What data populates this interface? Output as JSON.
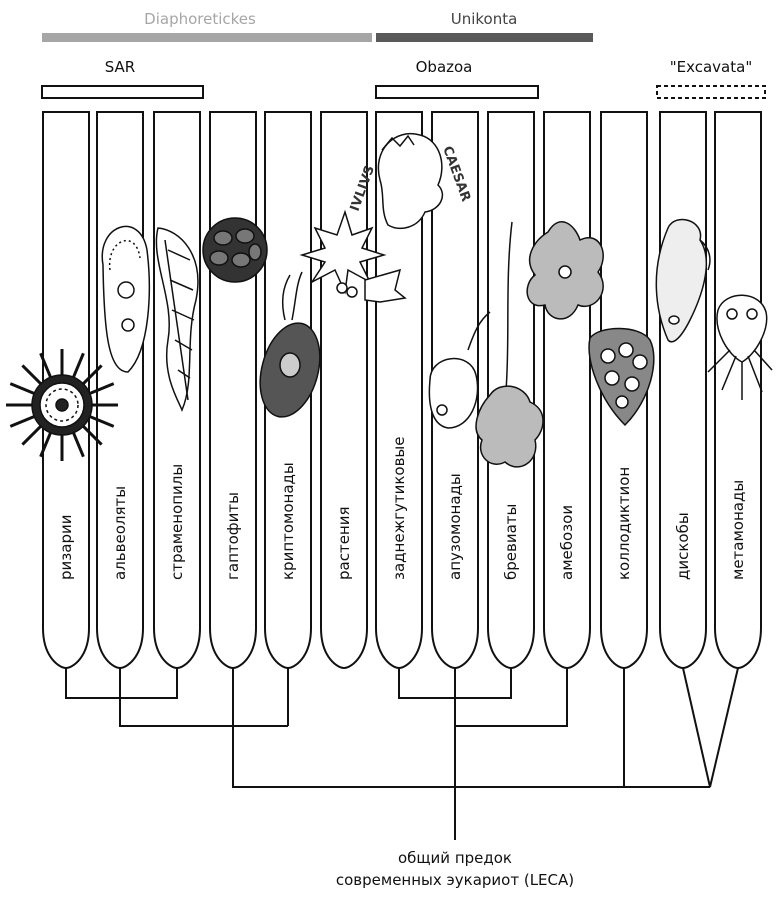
{
  "supergroups": [
    {
      "label": "Diaphoretickes",
      "color": "#a6a6a6"
    },
    {
      "label": "Unikonta",
      "color": "#595959"
    }
  ],
  "groups": [
    {
      "label": "SAR",
      "style": "solid"
    },
    {
      "label": "Obazoa",
      "style": "solid"
    },
    {
      "label": "\"Excavata\"",
      "style": "dashed"
    }
  ],
  "taxa": [
    {
      "label": "ризарии",
      "icon": "radiolarian-icon"
    },
    {
      "label": "альвеоляты",
      "icon": "ciliate-icon"
    },
    {
      "label": "страменопилы",
      "icon": "kelp-icon"
    },
    {
      "label": "гаптофиты",
      "icon": "coccolithophore-icon"
    },
    {
      "label": "криптомонады",
      "icon": "cryptomonad-icon"
    },
    {
      "label": "растения",
      "icon": "holly-leaf-icon"
    },
    {
      "label": "заднежгутиковые",
      "icon": "caesar-coin-icon"
    },
    {
      "label": "апузомонады",
      "icon": "apusomonad-icon"
    },
    {
      "label": "бревиаты",
      "icon": "breviate-icon"
    },
    {
      "label": "амебозои",
      "icon": "amoeba-icon"
    },
    {
      "label": "коллодиктион",
      "icon": "collodictyon-icon"
    },
    {
      "label": "дискобы",
      "icon": "euglenid-icon"
    },
    {
      "label": "метамонады",
      "icon": "giardia-icon"
    }
  ],
  "root": {
    "line1": "общий предок",
    "line2": "современных эукариот (LECA)"
  },
  "colors": {
    "line": "#111111",
    "fill": "#ffffff"
  }
}
